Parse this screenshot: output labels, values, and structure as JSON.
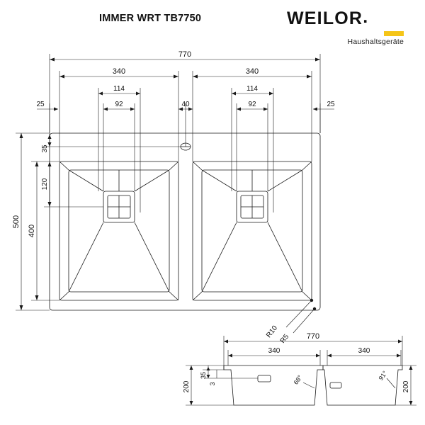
{
  "header": {
    "title": "IMMER WRT TB7750",
    "brand_name": "WEILOR",
    "brand_dot": ".",
    "brand_sub": "Haushaltsgeräte",
    "accent_color": "#f5c518"
  },
  "drawing": {
    "type": "technical-drawing",
    "units": "mm",
    "top_view": {
      "overall_width": "770",
      "overall_depth": "500",
      "inner_depth": "400",
      "left_bowl_width": "340",
      "right_bowl_width": "340",
      "left_offset": "25",
      "right_offset": "25",
      "center_gap": "40",
      "tap_hole_offset_top": "35",
      "tap_hole_depth": "120",
      "detail_114_left": "114",
      "detail_92_left": "92",
      "detail_114_right": "114",
      "detail_92_right": "92",
      "radius_corner": "R10",
      "radius_small": "R5"
    },
    "front_view": {
      "overall_width": "770",
      "left_bowl_width": "340",
      "right_bowl_width": "340",
      "bowl_depth": "200",
      "bowl_depth_right": "200",
      "ledge_35": "35",
      "ledge_3": "3",
      "angle_left": "68°",
      "angle_right": "91°"
    }
  }
}
